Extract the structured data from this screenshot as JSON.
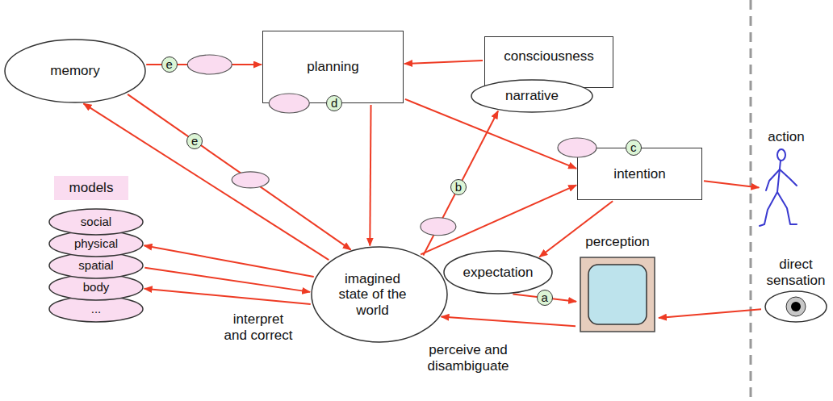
{
  "diagram": {
    "nodes": [
      {
        "text": [
          "memory"
        ]
      },
      {
        "text": [
          "planning"
        ]
      },
      {
        "text": [
          "consciousness"
        ]
      },
      {
        "text": [
          "narrative"
        ],
        "in": 2
      },
      {
        "text": [
          "intention"
        ]
      },
      {
        "text": [
          "models"
        ]
      },
      {
        "text": [
          "social"
        ]
      },
      {
        "text": [
          "physical"
        ]
      },
      {
        "text": [
          "spatial"
        ]
      },
      {
        "text": [
          "body"
        ]
      },
      {
        "text": [
          "..."
        ]
      },
      {
        "text": [
          "imagined state of the world"
        ]
      },
      {
        "text": [
          "expectation"
        ],
        "in": 11
      },
      {
        "text": [
          "perception"
        ]
      },
      {
        "text": [
          "action"
        ]
      },
      {
        "text": [
          "direct sensation"
        ]
      }
    ],
    "edges": [
      {
        "from": 0,
        "to": 1,
        "arrow": "to"
      },
      {
        "from": 0,
        "to": 11,
        "arrow": "to"
      },
      {
        "from": 11,
        "to": 0,
        "arrow": "to"
      },
      {
        "from": 2,
        "to": 1,
        "arrow": "to"
      },
      {
        "from": 1,
        "to": 11,
        "arrow": "to"
      },
      {
        "from": 1,
        "to": 4,
        "arrow": "to"
      },
      {
        "from": 11,
        "to": 3,
        "arrow": "to"
      },
      {
        "from": 11,
        "to": 4,
        "arrow": "to"
      },
      {
        "from": 4,
        "to": 12,
        "arrow": "to"
      },
      {
        "from": 4,
        "to": 14,
        "arrow": "to"
      },
      {
        "from": 11,
        "to": 7,
        "arrow": "to"
      },
      {
        "from": 8,
        "to": 11,
        "arrow": "to"
      },
      {
        "from": 11,
        "to": 9,
        "arrow": "to"
      },
      {
        "from": 12,
        "to": 13,
        "arrow": "to"
      },
      {
        "from": 13,
        "to": 11,
        "arrow": "to"
      },
      {
        "from": 15,
        "to": 13,
        "arrow": "to"
      }
    ],
    "labels": [
      "e",
      "e",
      "d",
      "c",
      "b",
      "a",
      "interpret and correct",
      "perceive and disambiguate"
    ]
  }
}
